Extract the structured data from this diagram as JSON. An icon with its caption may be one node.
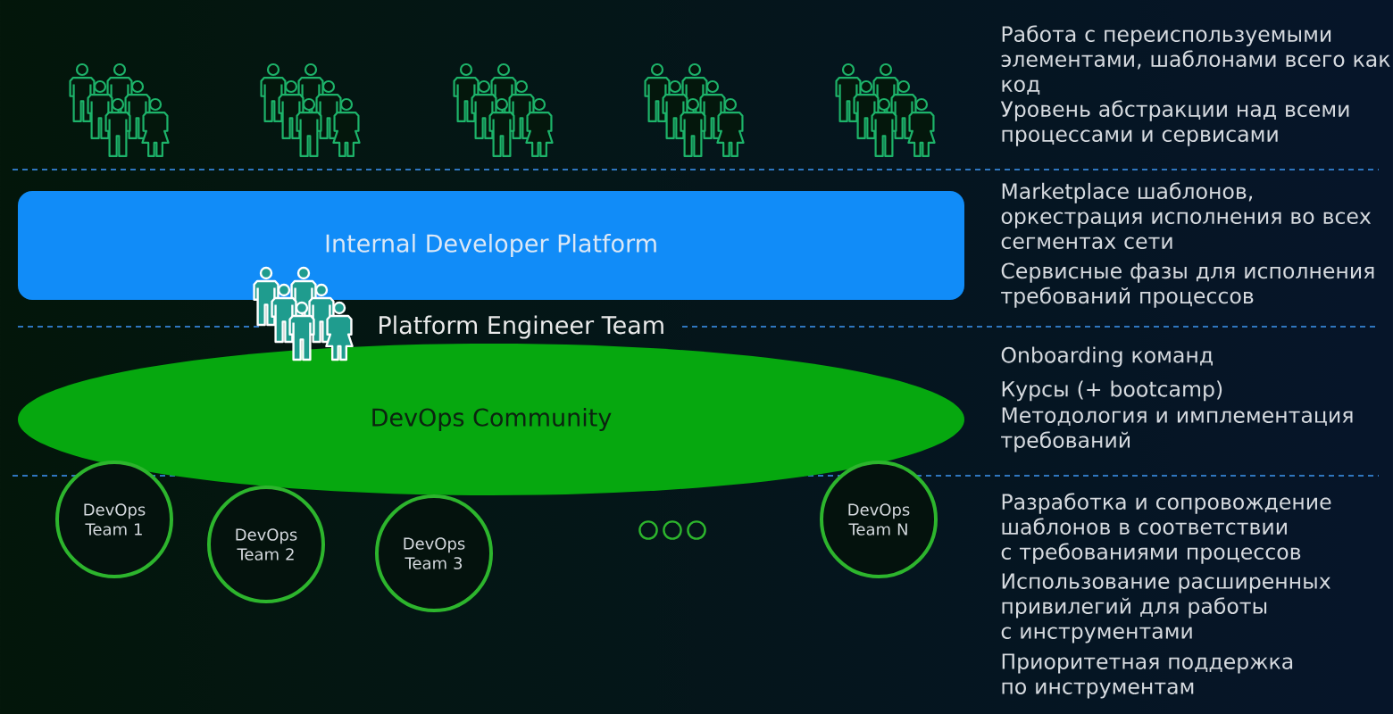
{
  "diagram": {
    "nodes": [
      {
        "text": [
          "Internal Developer Platform"
        ]
      },
      {
        "text": [
          "DevOps Community"
        ]
      },
      {
        "text": [
          "DevOps Team 1"
        ]
      },
      {
        "text": [
          "DevOps Team 2"
        ]
      },
      {
        "text": [
          "DevOps Team 3"
        ]
      },
      {
        "text": [
          "DevOps Team N"
        ]
      }
    ],
    "labels": [
      "Работа с переиспользуемыми элементами, шаблонами всего как код",
      "Уровень абстракции над всеми процессами и сервисами",
      "Marketplace шаблонов, оркестрация исполнения во всех сегментах сети",
      "Сервисные фазы для исполнения требований процессов",
      "Platform Engineer Team",
      "Onboarding команд",
      "Курсы (+ bootcamp)",
      "Методология и имплементация требований",
      "Разработка и сопровождение шаблонов в соответствии с требованиями процессов",
      "Использование расширенных привилегий для работы с инструментами",
      "Приоритетная поддержка по инструментам"
    ]
  }
}
